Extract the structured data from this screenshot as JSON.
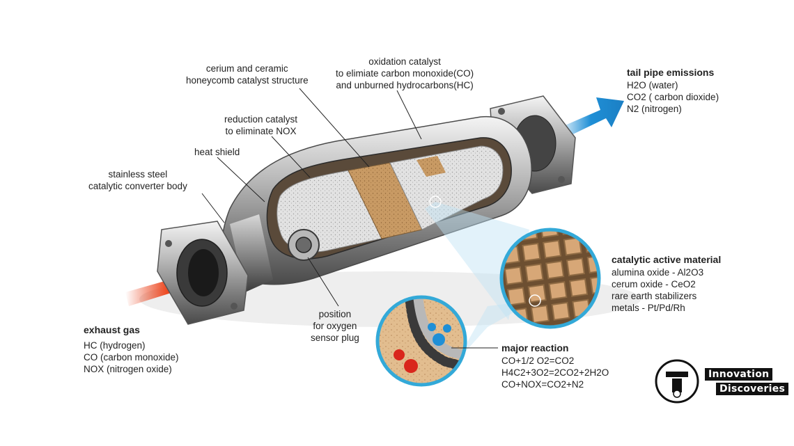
{
  "labels": {
    "oxidation": [
      "oxidation catalyst",
      "to elimiate carbon monoxide(CO)",
      "and unburned hydrocarbons(HC)"
    ],
    "honeycomb": [
      "cerium and ceramic",
      "honeycomb catalyst structure"
    ],
    "reduction": [
      "reduction catalyst",
      "to eliminate NOX"
    ],
    "heat_shield": [
      "heat shield"
    ],
    "body": [
      "stainless steel",
      "catalytic converter body"
    ],
    "sensor": [
      "position",
      "for oxygen",
      "sensor plug"
    ]
  },
  "tailpipe": {
    "title": "tail pipe emissions",
    "items": [
      "H2O (water)",
      "CO2 ( carbon dioxide)",
      "N2 (nitrogen)"
    ]
  },
  "exhaust": {
    "title": "exhaust gas",
    "items": [
      "HC (hydrogen)",
      "CO (carbon monoxide)",
      "NOX (nitrogen oxide)"
    ]
  },
  "active_material": {
    "title": "catalytic active material",
    "items": [
      "alumina oxide - Al2O3",
      "cerum oxide - CeO2",
      "rare earth stabilizers",
      "metals - Pt/Pd/Rh"
    ]
  },
  "reaction": {
    "title": "major reaction",
    "items": [
      "CO+1/2 O2=CO2",
      "H4C2+3O2=2CO2+2H2O",
      "CO+NOX=CO2+N2"
    ]
  },
  "brand": {
    "line1": "Innovation",
    "line2": "Discoveries"
  },
  "colors": {
    "inflow_arrow": "#e8401c",
    "outflow_arrow": "#1f8fd6",
    "accent_ring": "#33a9d8",
    "ceramic": "#c89a64"
  }
}
